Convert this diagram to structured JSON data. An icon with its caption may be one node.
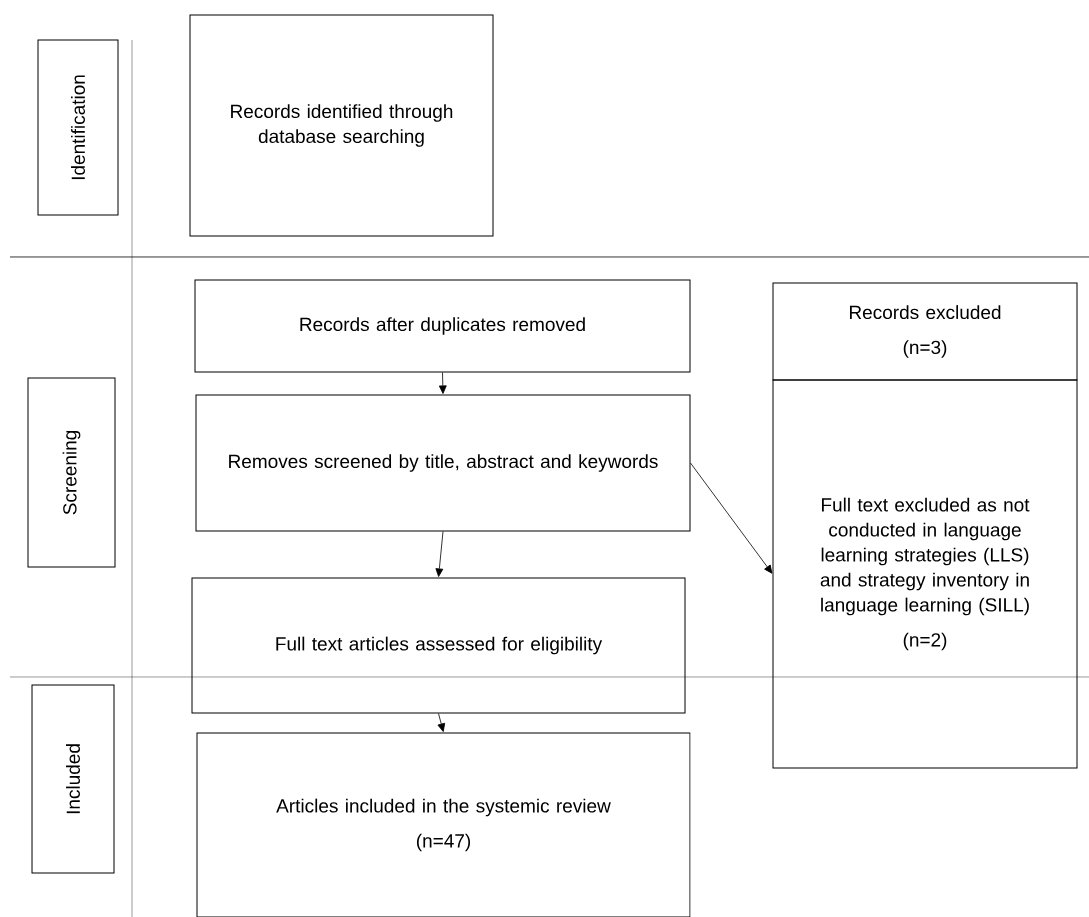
{
  "diagram": {
    "nodes": [
      {
        "text": [
          "Identification"
        ]
      },
      {
        "text": [
          "Records identified through database searching"
        ]
      },
      {
        "text": [
          "Screening"
        ]
      },
      {
        "text": [
          "Records after duplicates removed"
        ]
      },
      {
        "text": [
          "Records excluded",
          "(n=3)"
        ]
      },
      {
        "text": [
          "Removes screened by title, abstract and keywords"
        ]
      },
      {
        "text": [
          "Full text excluded as not conducted in language learning strategies (LLS) and strategy inventory in language learning (SILL)",
          "(n=2)"
        ]
      },
      {
        "text": [
          "Full text articles assessed for eligibility"
        ]
      },
      {
        "text": [
          "Included"
        ]
      },
      {
        "text": [
          "Articles included in the systemic review",
          "(n=47)"
        ]
      }
    ],
    "edges": [
      {
        "from": 3,
        "to": 5,
        "arrow": "to"
      },
      {
        "from": 5,
        "to": 6,
        "arrow": "to"
      },
      {
        "from": 5,
        "to": 7,
        "arrow": "to"
      },
      {
        "from": 7,
        "to": 9,
        "arrow": "to"
      }
    ]
  }
}
